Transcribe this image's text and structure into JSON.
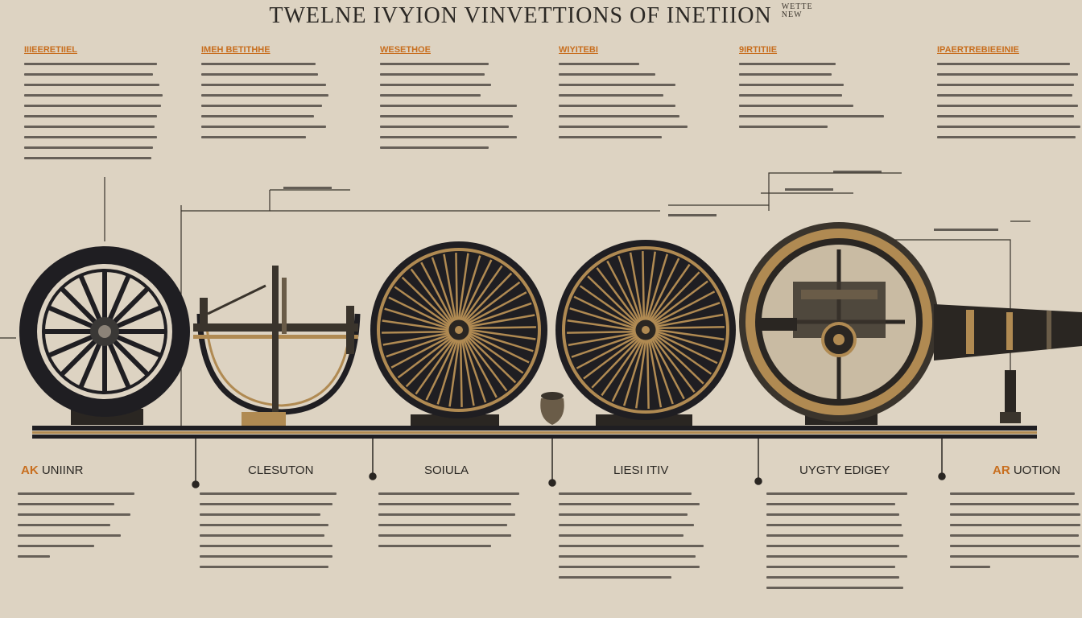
{
  "title": {
    "main": "TWELNE IVYION VINVETTIONS OF INETIION",
    "badge_line1": "WETTE",
    "badge_line2": "NEW"
  },
  "top_columns": [
    {
      "heading": "IIIEERETIIEL",
      "lines": [
        165,
        160,
        168,
        172,
        170,
        165,
        162,
        165,
        160,
        158
      ]
    },
    {
      "heading": "IMEH BETITHHE",
      "lines": [
        142,
        145,
        155,
        158,
        150,
        140,
        155,
        130
      ]
    },
    {
      "heading": "WESETHOE",
      "lines": [
        135,
        130,
        138,
        125,
        170,
        165,
        160,
        170,
        135
      ]
    },
    {
      "heading": "WIYITEBI",
      "lines": [
        100,
        120,
        145,
        130,
        145,
        150,
        160,
        128
      ]
    },
    {
      "heading": "9IRTITIIE",
      "lines": [
        120,
        115,
        130,
        128,
        142,
        180,
        110
      ]
    },
    {
      "heading": "IPAERTREBIEEINIE",
      "lines": [
        165,
        175,
        170,
        168,
        175,
        170,
        178,
        172
      ]
    }
  ],
  "bottom_labels": [
    {
      "accent": "AK",
      "text": "UNIINR"
    },
    {
      "accent": "",
      "text": "CLESUTON"
    },
    {
      "accent": "",
      "text": "SOIULA"
    },
    {
      "accent": "",
      "text": "LIESI ITIV"
    },
    {
      "accent": "",
      "text": "UYGTY EDIGEY"
    },
    {
      "accent": "AR",
      "text": "UOTION"
    }
  ],
  "bottom_columns": [
    {
      "lines": [
        145,
        120,
        140,
        115,
        128,
        95,
        40
      ]
    },
    {
      "lines": [
        170,
        165,
        150,
        160,
        155,
        165,
        165,
        160
      ]
    },
    {
      "lines": [
        175,
        165,
        170,
        160,
        165,
        140
      ]
    },
    {
      "lines": [
        165,
        175,
        160,
        168,
        155,
        180,
        170,
        175,
        140
      ]
    },
    {
      "lines": [
        175,
        160,
        165,
        168,
        170,
        165,
        175,
        160,
        165,
        170
      ]
    },
    {
      "lines": [
        155,
        160,
        170,
        165,
        160,
        165,
        160,
        50
      ]
    }
  ],
  "colors": {
    "background": "#ddd3c2",
    "ink": "#2a2622",
    "accent": "#c86e1e",
    "wheel_dark": "#1f1e22",
    "brass": "#b08a52"
  },
  "icons": [
    "solid-wheel-icon",
    "spoked-fan-icon",
    "astrolabe-engine-icon",
    "telescope-icon"
  ]
}
